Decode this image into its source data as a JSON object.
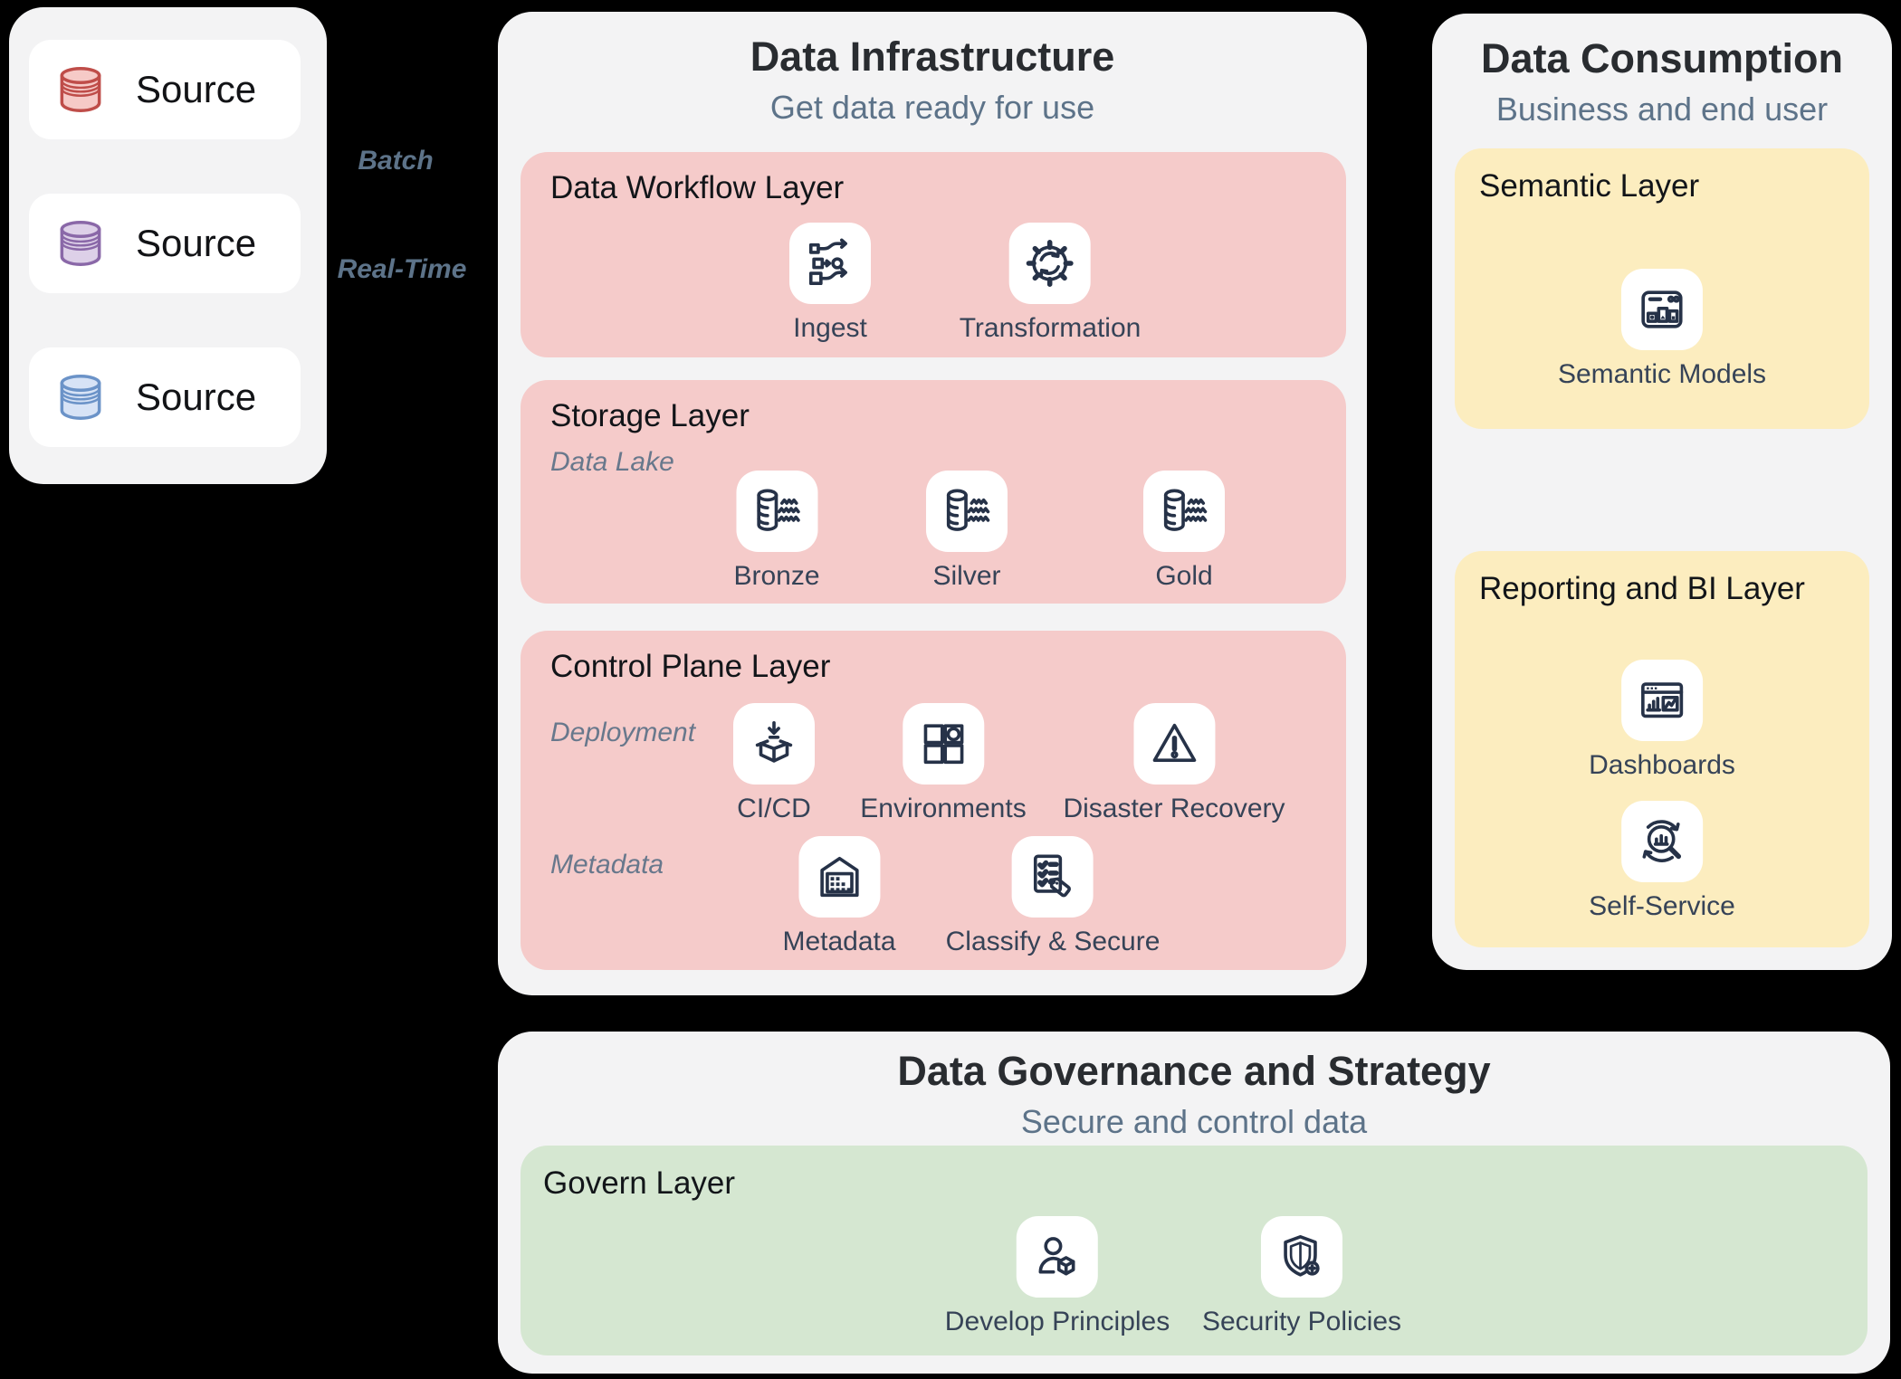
{
  "colors": {
    "background": "#000000",
    "panel": "#f3f3f4",
    "tile": "#ffffff",
    "infrastructure_layer_pink": "#f5cbca",
    "consumption_layer_yellow": "#fcedbf",
    "governance_layer_green": "#d5e7d1",
    "title_text": "#292c30",
    "subtitle_text": "#5d7389",
    "icon_stroke": "#263248",
    "source_red": {
      "fill": "#f6cac7",
      "stroke": "#bf4d49"
    },
    "source_purple": {
      "fill": "#ddd0e8",
      "stroke": "#8a68a8"
    },
    "source_blue": {
      "fill": "#d7e3f6",
      "stroke": "#6b93c8"
    }
  },
  "sources": {
    "items": [
      {
        "label": "Source",
        "icon": "database-icon",
        "color": "red"
      },
      {
        "label": "Source",
        "icon": "database-icon",
        "color": "purple"
      },
      {
        "label": "Source",
        "icon": "database-icon",
        "color": "blue"
      }
    ]
  },
  "flow": {
    "batch": "Batch",
    "realtime": "Real-Time"
  },
  "infrastructure": {
    "title": "Data Infrastructure",
    "subtitle": "Get data ready for use",
    "layers": {
      "workflow": {
        "title": "Data Workflow Layer",
        "items": [
          {
            "label": "Ingest",
            "icon": "ingest-icon"
          },
          {
            "label": "Transformation",
            "icon": "transformation-icon"
          }
        ]
      },
      "storage": {
        "title": "Storage Layer",
        "sublabel": "Data Lake",
        "items": [
          {
            "label": "Bronze",
            "icon": "data-lake-icon"
          },
          {
            "label": "Silver",
            "icon": "data-lake-icon"
          },
          {
            "label": "Gold",
            "icon": "data-lake-icon"
          }
        ]
      },
      "control": {
        "title": "Control Plane Layer",
        "rows": [
          {
            "sublabel": "Deployment",
            "items": [
              {
                "label": "CI/CD",
                "icon": "cicd-icon"
              },
              {
                "label": "Environments",
                "icon": "environments-icon"
              },
              {
                "label": "Disaster Recovery",
                "icon": "disaster-recovery-icon"
              }
            ]
          },
          {
            "sublabel": "Metadata",
            "items": [
              {
                "label": "Metadata",
                "icon": "metadata-icon"
              },
              {
                "label": "Classify & Secure",
                "icon": "classify-secure-icon"
              }
            ]
          }
        ]
      }
    }
  },
  "consumption": {
    "title": "Data Consumption",
    "subtitle": "Business and end user",
    "layers": [
      {
        "title": "Semantic Layer",
        "items": [
          {
            "label": "Semantic Models",
            "icon": "semantic-models-icon"
          }
        ]
      },
      {
        "title": "Reporting and BI Layer",
        "items": [
          {
            "label": "Dashboards",
            "icon": "dashboards-icon"
          },
          {
            "label": "Self-Service",
            "icon": "self-service-icon"
          }
        ]
      }
    ]
  },
  "governance": {
    "title": "Data Governance and Strategy",
    "subtitle": "Secure and control data",
    "layer": {
      "title": "Govern Layer",
      "items": [
        {
          "label": "Develop Principles",
          "icon": "develop-principles-icon"
        },
        {
          "label": "Security Policies",
          "icon": "security-policies-icon"
        }
      ]
    }
  }
}
